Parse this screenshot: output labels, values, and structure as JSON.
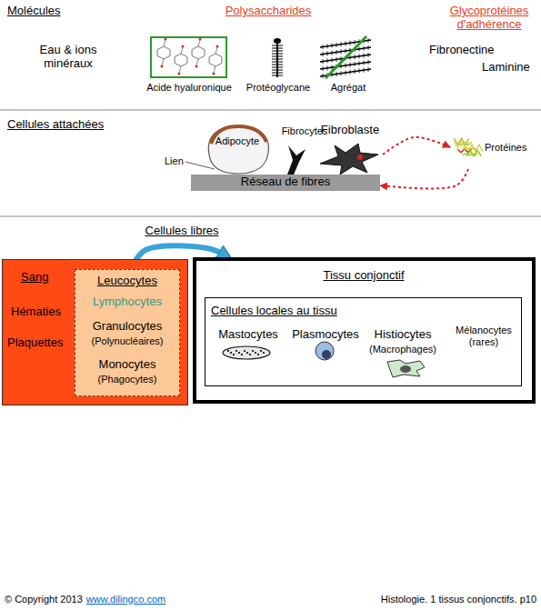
{
  "diagram": {
    "nodes": [
      {
        "text": [
          "Acide hyaluronique"
        ]
      },
      {
        "text": [
          "Adipocyte"
        ]
      },
      {
        "text": [
          "Fibrocytes"
        ]
      },
      {
        "text": [
          "Fibroblaste"
        ]
      },
      {
        "text": [
          "Protéines"
        ]
      },
      {
        "text": [
          "Réseau de fibres"
        ]
      },
      {
        "text": [
          "Sang",
          "Hématies",
          "Plaquettes"
        ]
      },
      {
        "text": [
          "Leucocytes",
          "Lymphocytes",
          "Granulocytes",
          "(Polynucléaires)",
          "Monocytes",
          "(Phagocytes)"
        ],
        "in": 6
      },
      {
        "text": [
          "Tissu conjonctif"
        ]
      },
      {
        "text": [
          "Cellules locales au tissu",
          "Mastocytes",
          "Plasmocytes",
          "Histiocytes",
          "(Macrophages)",
          "Mélanocytes (rares)"
        ],
        "in": 8
      }
    ],
    "edges": [
      {
        "from": 3,
        "to": 4,
        "arrow": "to"
      },
      {
        "from": 4,
        "to": 5,
        "arrow": "to"
      },
      {
        "from": 7,
        "to": 8,
        "label": "Cellules libres",
        "arrow": "to"
      }
    ],
    "labels": [
      "Molécules",
      "Polysaccharides",
      "Glycoprotéines d'adhérence",
      "Eau & ions minéraux",
      "Protéoglycane",
      "Agrégat",
      "Fibronectine",
      "Laminine",
      "Cellules attachées",
      "Lien",
      "© Copyright 2013",
      "www.dilingco.com",
      "Histologie. 1 tissus conjonctifs. p10"
    ]
  }
}
